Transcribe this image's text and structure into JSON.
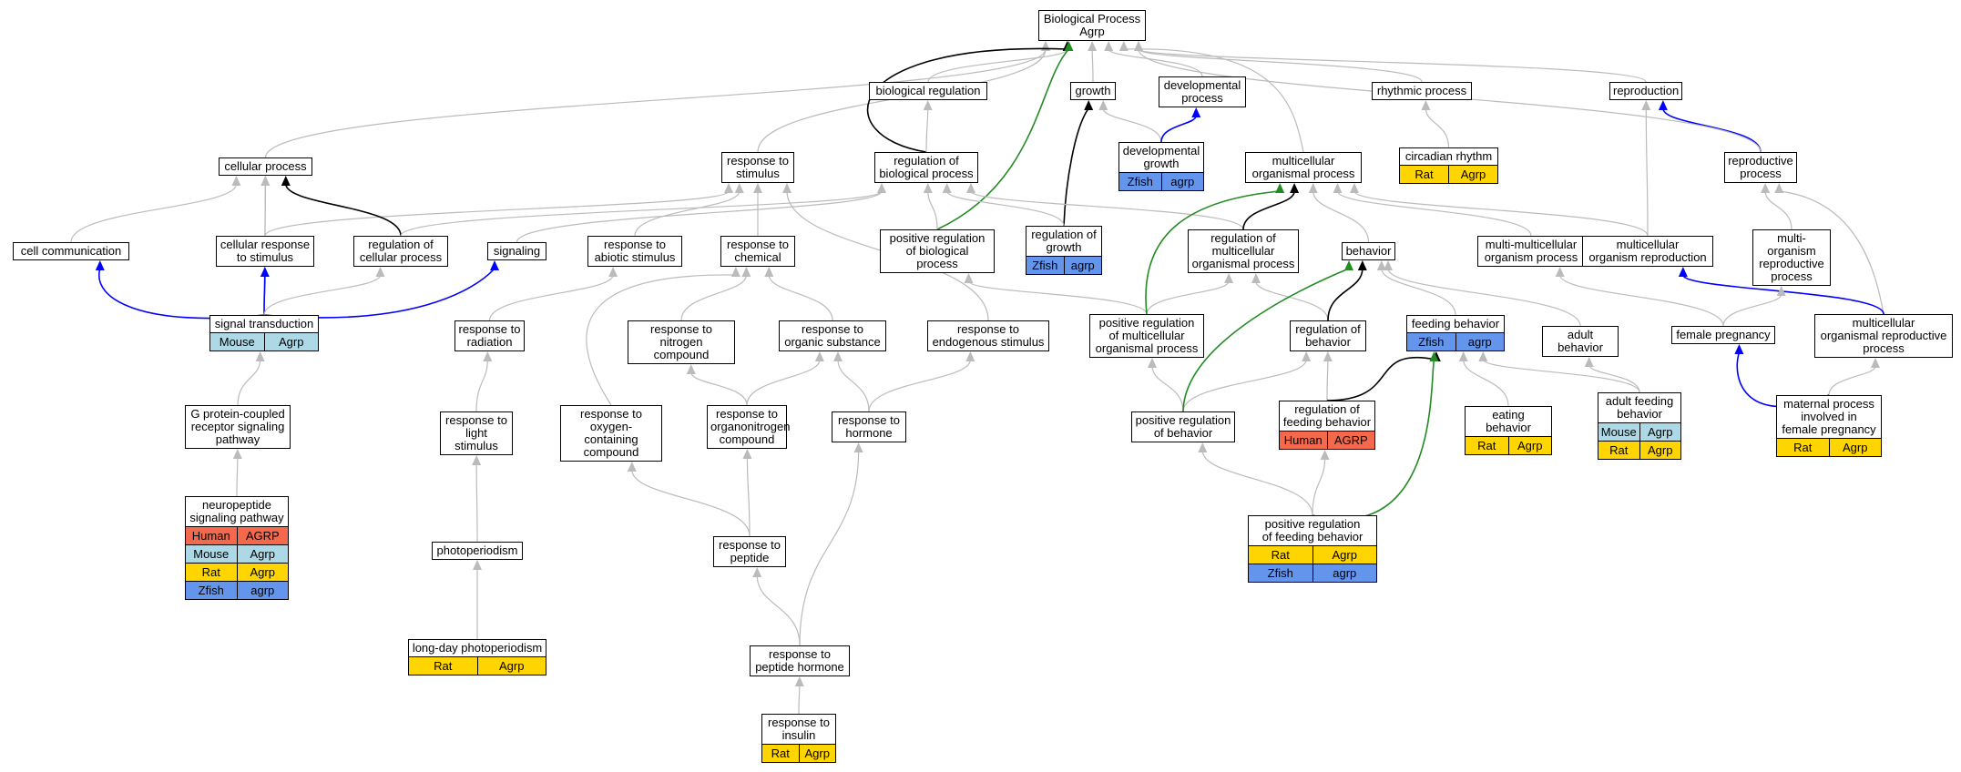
{
  "edge_colors": {
    "is_a": "#bbbbbb",
    "part_of": "#000000",
    "regulates": "#000000",
    "positively_regulates": "#228b22",
    "has_part": "#0000ff"
  },
  "nodes": [
    {
      "id": "bp",
      "label": "Biological Process\nAgrp"
    },
    {
      "id": "bioreg",
      "label": "biological regulation"
    },
    {
      "id": "growth",
      "label": "growth"
    },
    {
      "id": "devproc",
      "label": "developmental\nprocess"
    },
    {
      "id": "rhythmic",
      "label": "rhythmic process"
    },
    {
      "id": "reproduction",
      "label": "reproduction"
    },
    {
      "id": "cellproc",
      "label": "cellular process"
    },
    {
      "id": "respstim",
      "label": "response to\nstimulus"
    },
    {
      "id": "regbio",
      "label": "regulation of\nbiological process"
    },
    {
      "id": "devgrowth",
      "label": "developmental\ngrowth",
      "species": [
        [
          "Zfish",
          "agrp"
        ]
      ]
    },
    {
      "id": "multiorg",
      "label": "multicellular\norganismal process"
    },
    {
      "id": "circadian",
      "label": "circadian rhythm",
      "species": [
        [
          "Rat",
          "Agrp"
        ]
      ]
    },
    {
      "id": "reprodproc",
      "label": "reproductive\nprocess"
    },
    {
      "id": "cellcomm",
      "label": "cell communication"
    },
    {
      "id": "cellresp",
      "label": "cellular response\nto stimulus"
    },
    {
      "id": "regcell",
      "label": "regulation of\ncellular process"
    },
    {
      "id": "signaling",
      "label": "signaling"
    },
    {
      "id": "respabiotic",
      "label": "response to\nabiotic stimulus"
    },
    {
      "id": "respchem",
      "label": "response to\nchemical"
    },
    {
      "id": "posregbio",
      "label": "positive regulation\nof biological\nprocess"
    },
    {
      "id": "reggrowth",
      "label": "regulation of\ngrowth",
      "species": [
        [
          "Zfish",
          "agrp"
        ]
      ]
    },
    {
      "id": "regmulti",
      "label": "regulation of\nmulticellular\norganismal process"
    },
    {
      "id": "behavior",
      "label": "behavior"
    },
    {
      "id": "multimulti",
      "label": "multi-multicellular\norganism process"
    },
    {
      "id": "multirepro",
      "label": "multicellular\norganism reproduction"
    },
    {
      "id": "multiorgrepro",
      "label": "multi-organism\nreproductive\nprocess"
    },
    {
      "id": "sigtrans",
      "label": "signal transduction",
      "species": [
        [
          "Mouse",
          "Agrp"
        ]
      ]
    },
    {
      "id": "respradiation",
      "label": "response to\nradiation"
    },
    {
      "id": "respnitro",
      "label": "response to\nnitrogen compound"
    },
    {
      "id": "resporganic",
      "label": "response to\norganic substance"
    },
    {
      "id": "respendo",
      "label": "response to\nendogenous stimulus"
    },
    {
      "id": "posregmulti",
      "label": "positive regulation\nof multicellular\norganismal process"
    },
    {
      "id": "regbehavior",
      "label": "regulation of\nbehavior"
    },
    {
      "id": "feeding",
      "label": "feeding behavior",
      "species": [
        [
          "Zfish",
          "agrp"
        ]
      ]
    },
    {
      "id": "adultbeh",
      "label": "adult behavior"
    },
    {
      "id": "femalepreg",
      "label": "female pregnancy"
    },
    {
      "id": "multirepproc",
      "label": "multicellular\norganismal reproductive\nprocess"
    },
    {
      "id": "gpcr",
      "label": "G protein-coupled\nreceptor signaling\npathway"
    },
    {
      "id": "resplight",
      "label": "response to\nlight stimulus"
    },
    {
      "id": "respoxygen",
      "label": "response to\noxygen-containing\ncompound"
    },
    {
      "id": "resporgnitro",
      "label": "response to\norganonitrogen\ncompound"
    },
    {
      "id": "resphormone",
      "label": "response to\nhormone"
    },
    {
      "id": "posregbeh",
      "label": "positive regulation\nof behavior"
    },
    {
      "id": "regfeeding",
      "label": "regulation of\nfeeding behavior",
      "species": [
        [
          "Human",
          "AGRP"
        ]
      ]
    },
    {
      "id": "eating",
      "label": "eating behavior",
      "species": [
        [
          "Rat",
          "Agrp"
        ]
      ]
    },
    {
      "id": "adultfeeding",
      "label": "adult feeding\nbehavior",
      "species": [
        [
          "Mouse",
          "Agrp"
        ],
        [
          "Rat",
          "Agrp"
        ]
      ]
    },
    {
      "id": "maternal",
      "label": "maternal process\ninvolved in\nfemale pregnancy",
      "species": [
        [
          "Rat",
          "Agrp"
        ]
      ]
    },
    {
      "id": "neuropep",
      "label": "neuropeptide\nsignaling pathway",
      "species": [
        [
          "Human",
          "AGRP"
        ],
        [
          "Mouse",
          "Agrp"
        ],
        [
          "Rat",
          "Agrp"
        ],
        [
          "Zfish",
          "agrp"
        ]
      ]
    },
    {
      "id": "photoperiod",
      "label": "photoperiodism"
    },
    {
      "id": "posregfeeding",
      "label": "positive regulation\nof feeding behavior",
      "species": [
        [
          "Rat",
          "Agrp"
        ],
        [
          "Zfish",
          "agrp"
        ]
      ]
    },
    {
      "id": "respeptide",
      "label": "response to\npeptide"
    },
    {
      "id": "longday",
      "label": "long-day photoperiodism",
      "species": [
        [
          "Rat",
          "Agrp"
        ]
      ]
    },
    {
      "id": "resppeptidehorm",
      "label": "response to\npeptide hormone"
    },
    {
      "id": "respinsulin",
      "label": "response to\ninsulin",
      "species": [
        [
          "Rat",
          "Agrp"
        ]
      ]
    }
  ],
  "edges": [
    {
      "from": "bioreg",
      "to": "bp",
      "type": "is_a"
    },
    {
      "from": "growth",
      "to": "bp",
      "type": "is_a"
    },
    {
      "from": "devproc",
      "to": "bp",
      "type": "is_a"
    },
    {
      "from": "rhythmic",
      "to": "bp",
      "type": "is_a"
    },
    {
      "from": "reproduction",
      "to": "bp",
      "type": "is_a"
    },
    {
      "from": "cellproc",
      "to": "bp",
      "type": "is_a"
    },
    {
      "from": "respstim",
      "to": "bp",
      "type": "is_a"
    },
    {
      "from": "regbio",
      "to": "bp",
      "type": "regulates"
    },
    {
      "from": "multiorg",
      "to": "bp",
      "type": "is_a"
    },
    {
      "from": "posregbio",
      "to": "bp",
      "type": "positively_regulates"
    },
    {
      "from": "regbio",
      "to": "bioreg",
      "type": "is_a"
    },
    {
      "from": "devgrowth",
      "to": "growth",
      "type": "is_a"
    },
    {
      "from": "devgrowth",
      "to": "devproc",
      "type": "has_part"
    },
    {
      "from": "reggrowth",
      "to": "growth",
      "type": "regulates"
    },
    {
      "from": "circadian",
      "to": "rhythmic",
      "type": "is_a"
    },
    {
      "from": "multirepro",
      "to": "reproduction",
      "type": "is_a"
    },
    {
      "from": "reprodproc",
      "to": "reproduction",
      "type": "has_part"
    },
    {
      "from": "reprodproc",
      "to": "bp",
      "type": "is_a"
    },
    {
      "from": "cellcomm",
      "to": "cellproc",
      "type": "is_a"
    },
    {
      "from": "cellresp",
      "to": "cellproc",
      "type": "is_a"
    },
    {
      "from": "cellresp",
      "to": "respstim",
      "type": "is_a"
    },
    {
      "from": "regcell",
      "to": "cellproc",
      "type": "regulates"
    },
    {
      "from": "regcell",
      "to": "regbio",
      "type": "is_a"
    },
    {
      "from": "sigtrans",
      "to": "cellproc",
      "type": "is_a"
    },
    {
      "from": "sigtrans",
      "to": "cellcomm",
      "type": "has_part"
    },
    {
      "from": "sigtrans",
      "to": "cellresp",
      "type": "has_part"
    },
    {
      "from": "sigtrans",
      "to": "signaling",
      "type": "has_part"
    },
    {
      "from": "sigtrans",
      "to": "regcell",
      "type": "is_a"
    },
    {
      "from": "signaling",
      "to": "regbio",
      "type": "is_a"
    },
    {
      "from": "respabiotic",
      "to": "respstim",
      "type": "is_a"
    },
    {
      "from": "respchem",
      "to": "respstim",
      "type": "is_a"
    },
    {
      "from": "respendo",
      "to": "respstim",
      "type": "is_a"
    },
    {
      "from": "posregbio",
      "to": "regbio",
      "type": "is_a"
    },
    {
      "from": "reggrowth",
      "to": "regbio",
      "type": "is_a"
    },
    {
      "from": "regmulti",
      "to": "regbio",
      "type": "is_a"
    },
    {
      "from": "regmulti",
      "to": "multiorg",
      "type": "regulates"
    },
    {
      "from": "behavior",
      "to": "multiorg",
      "type": "is_a"
    },
    {
      "from": "multimulti",
      "to": "multiorg",
      "type": "is_a"
    },
    {
      "from": "multirepro",
      "to": "multiorg",
      "type": "is_a"
    },
    {
      "from": "multiorgrepro",
      "to": "reprodproc",
      "type": "is_a"
    },
    {
      "from": "multirepproc",
      "to": "reprodproc",
      "type": "is_a"
    },
    {
      "from": "multirepproc",
      "to": "multirepro",
      "type": "has_part"
    },
    {
      "from": "femalepreg",
      "to": "multiorgrepro",
      "type": "is_a"
    },
    {
      "from": "femalepreg",
      "to": "multimulti",
      "type": "is_a"
    },
    {
      "from": "gpcr",
      "to": "sigtrans",
      "type": "is_a"
    },
    {
      "from": "neuropep",
      "to": "gpcr",
      "type": "is_a"
    },
    {
      "from": "respradiation",
      "to": "respabiotic",
      "type": "is_a"
    },
    {
      "from": "resplight",
      "to": "respradiation",
      "type": "is_a"
    },
    {
      "from": "photoperiod",
      "to": "resplight",
      "type": "is_a"
    },
    {
      "from": "longday",
      "to": "photoperiod",
      "type": "is_a"
    },
    {
      "from": "respnitro",
      "to": "respchem",
      "type": "is_a"
    },
    {
      "from": "resporganic",
      "to": "respchem",
      "type": "is_a"
    },
    {
      "from": "respoxygen",
      "to": "respchem",
      "type": "is_a"
    },
    {
      "from": "resporgnitro",
      "to": "respnitro",
      "type": "is_a"
    },
    {
      "from": "resporgnitro",
      "to": "resporganic",
      "type": "is_a"
    },
    {
      "from": "resphormone",
      "to": "resporganic",
      "type": "is_a"
    },
    {
      "from": "resphormone",
      "to": "respendo",
      "type": "is_a"
    },
    {
      "from": "respeptide",
      "to": "respoxygen",
      "type": "is_a"
    },
    {
      "from": "respeptide",
      "to": "resporgnitro",
      "type": "is_a"
    },
    {
      "from": "resppeptidehorm",
      "to": "respeptide",
      "type": "is_a"
    },
    {
      "from": "resppeptidehorm",
      "to": "resphormone",
      "type": "is_a"
    },
    {
      "from": "respinsulin",
      "to": "resppeptidehorm",
      "type": "is_a"
    },
    {
      "from": "posregmulti",
      "to": "posregbio",
      "type": "is_a"
    },
    {
      "from": "posregmulti",
      "to": "regmulti",
      "type": "is_a"
    },
    {
      "from": "posregmulti",
      "to": "multiorg",
      "type": "positively_regulates"
    },
    {
      "from": "regbehavior",
      "to": "regmulti",
      "type": "is_a"
    },
    {
      "from": "regbehavior",
      "to": "behavior",
      "type": "regulates"
    },
    {
      "from": "feeding",
      "to": "behavior",
      "type": "is_a"
    },
    {
      "from": "adultbeh",
      "to": "behavior",
      "type": "is_a"
    },
    {
      "from": "posregbeh",
      "to": "posregmulti",
      "type": "is_a"
    },
    {
      "from": "posregbeh",
      "to": "regbehavior",
      "type": "is_a"
    },
    {
      "from": "posregbeh",
      "to": "behavior",
      "type": "positively_regulates"
    },
    {
      "from": "regfeeding",
      "to": "regbehavior",
      "type": "is_a"
    },
    {
      "from": "regfeeding",
      "to": "feeding",
      "type": "regulates"
    },
    {
      "from": "eating",
      "to": "feeding",
      "type": "is_a"
    },
    {
      "from": "adultfeeding",
      "to": "feeding",
      "type": "is_a"
    },
    {
      "from": "adultfeeding",
      "to": "adultbeh",
      "type": "is_a"
    },
    {
      "from": "maternal",
      "to": "multirepproc",
      "type": "is_a"
    },
    {
      "from": "maternal",
      "to": "femalepreg",
      "type": "has_part"
    },
    {
      "from": "posregfeeding",
      "to": "regfeeding",
      "type": "is_a"
    },
    {
      "from": "posregfeeding",
      "to": "posregbeh",
      "type": "is_a"
    },
    {
      "from": "posregfeeding",
      "to": "feeding",
      "type": "positively_regulates"
    }
  ]
}
